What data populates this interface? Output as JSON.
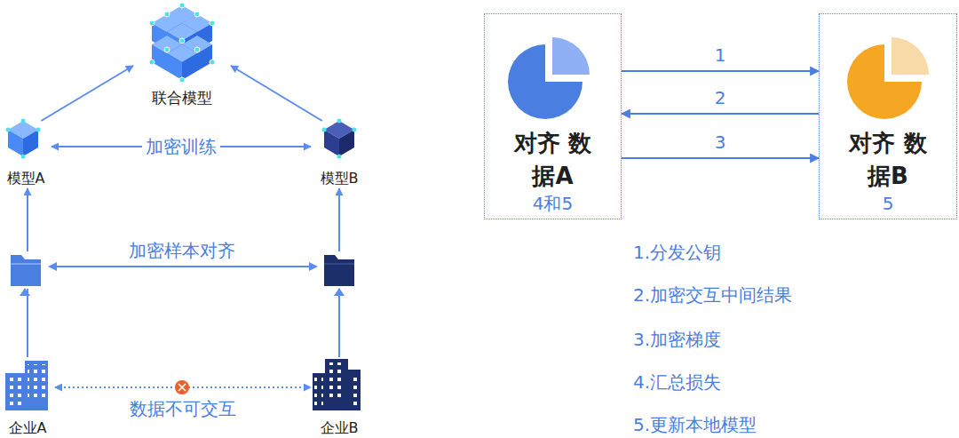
{
  "diagram": {
    "nodes": [
      {
        "text": [
          "联合模型"
        ]
      },
      {
        "text": [
          "模型A"
        ]
      },
      {
        "text": [
          "模型B"
        ]
      },
      {
        "text": [
          "企业A"
        ]
      },
      {
        "text": [
          "企业B"
        ]
      },
      {
        "text": [
          "对齐 数据A",
          "4和5"
        ]
      },
      {
        "text": [
          "对齐 数据B",
          "5"
        ]
      }
    ],
    "edges": [
      {
        "from": 1,
        "to": 0,
        "arrow": "to"
      },
      {
        "from": 2,
        "to": 0,
        "arrow": "to"
      },
      {
        "from": 1,
        "to": 2,
        "label": "加密训练",
        "arrow": "both"
      },
      {
        "from": 3,
        "to": 1,
        "arrow": "to"
      },
      {
        "from": 4,
        "to": 2,
        "arrow": "to"
      },
      {
        "from": 3,
        "to": 4,
        "label": "数据不可交互",
        "arrow": "both"
      },
      {
        "from": 5,
        "to": 6,
        "label": "1",
        "arrow": "to"
      },
      {
        "from": 6,
        "to": 5,
        "label": "2",
        "arrow": "to"
      },
      {
        "from": 5,
        "to": 6,
        "label": "3",
        "arrow": "to"
      }
    ],
    "labels": [
      "加密样本对齐",
      "1.分发公钥",
      "2.加密交互中间结果",
      "3.加密梯度",
      "4.汇总损失",
      "5.更新本地模型"
    ]
  }
}
